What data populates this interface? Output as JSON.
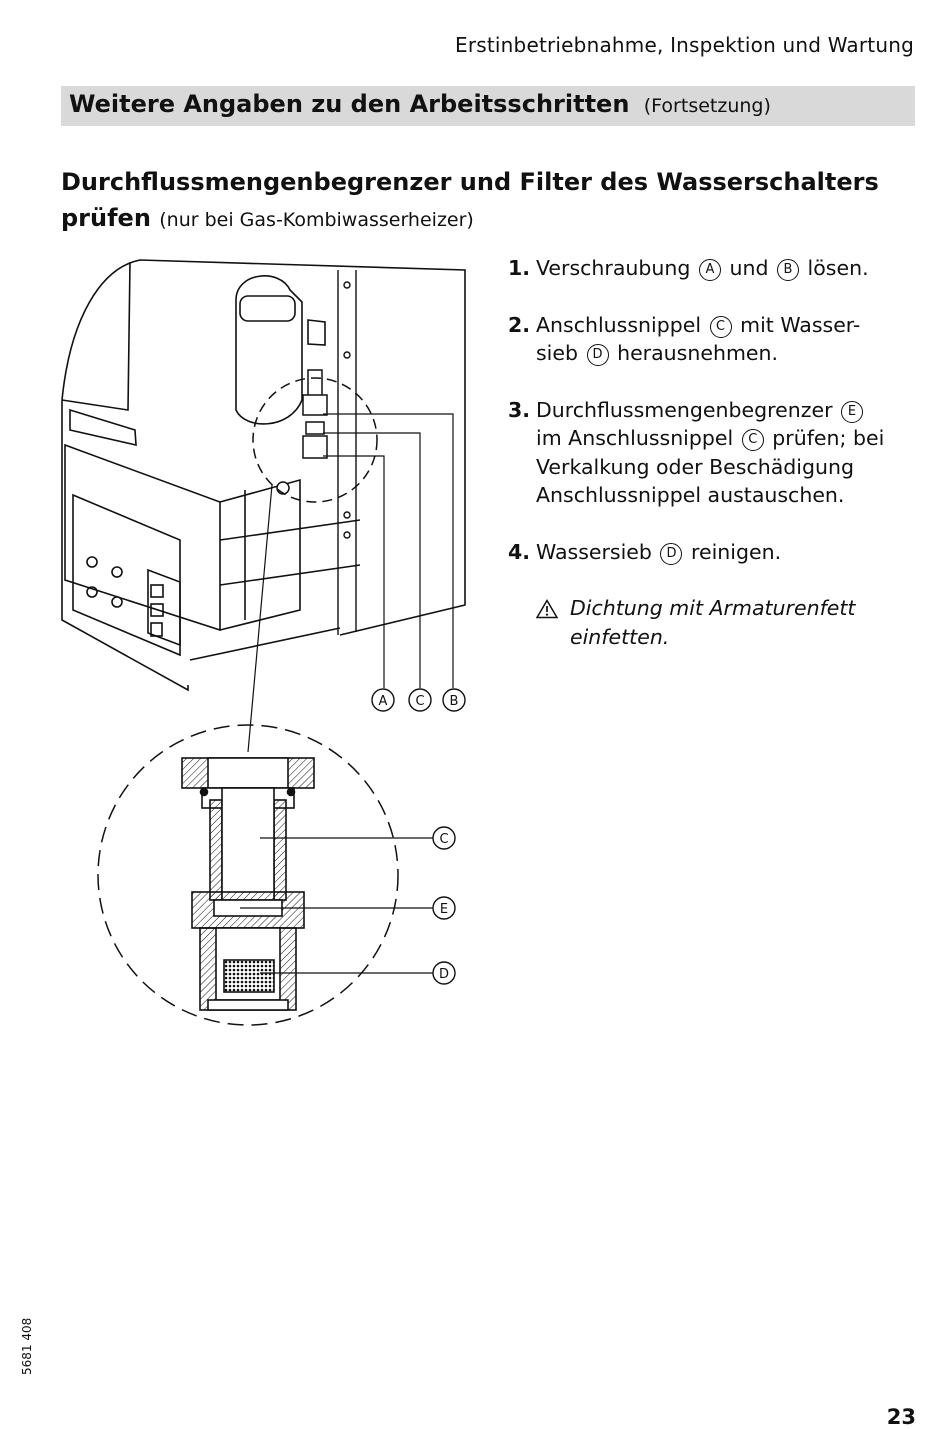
{
  "running_head": "Erstinbetriebnahme, Inspektion und Wartung",
  "section": {
    "title": "Weitere Angaben zu den Arbeitsschritten",
    "suffix": "(Fortsetzung)"
  },
  "heading": {
    "line1": "Durchflussmengenbegrenzer und Filter des Wasserschalters",
    "line2_bold": "prüfen",
    "line2_suffix": "(nur bei Gas-Kombiwasserheizer)"
  },
  "steps": [
    {
      "num": "1.",
      "t1": "Verschraubung",
      "c1": "A",
      "t2": "und",
      "c2": "B",
      "t3": "lösen."
    },
    {
      "num": "2.",
      "t1": "Anschlussnippel",
      "c1": "C",
      "t2": "mit Wasser-",
      "t3": "sieb",
      "c2": "D",
      "t4": "herausnehmen."
    },
    {
      "num": "3.",
      "t1": "Durchflussmengenbegrenzer",
      "c1": "E",
      "t2": "im Anschlussnippel",
      "c2": "C",
      "t3": "prüfen; bei",
      "t4": "Verkalkung oder Beschädigung",
      "t5": "Anschlussnippel austauschen."
    },
    {
      "num": "4.",
      "t1": "Wassersieb",
      "c1": "D",
      "t2": "reinigen."
    }
  ],
  "note": {
    "icon": "warning-triangle-icon",
    "line1": "Dichtung mit Armaturenfett",
    "line2": "einfetten."
  },
  "figure": {
    "top_labels": [
      "A",
      "C",
      "B"
    ],
    "detail_labels": [
      "C",
      "E",
      "D"
    ]
  },
  "doc_number": "5681 408",
  "page_number": "23"
}
